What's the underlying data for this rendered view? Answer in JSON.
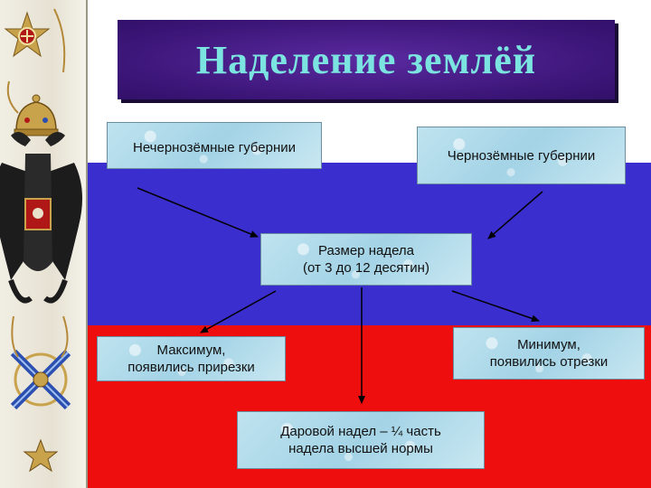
{
  "title": "Наделение землёй",
  "nodes": {
    "nonblack": "Нечернозёмные губернии",
    "black": "Чернозёмные губернии",
    "size": "Размер надела\n(от 3 до 12 десятин)",
    "max": "Максимум,\nпоявились прирезки",
    "min": "Минимум,\nпоявились отрезки",
    "gift": "Даровой надел – ¼ часть\nнадела высшей нормы"
  },
  "colors": {
    "flag_white": "#ffffff",
    "flag_blue": "#3a2ecf",
    "flag_red": "#ee0e0e",
    "title_bg": "#3d1679",
    "title_text": "#7be3e0",
    "node_bg": "#a3d3e6"
  },
  "icons": {
    "side_decoration": "imperial-coat-of-arms-and-order-icon"
  }
}
